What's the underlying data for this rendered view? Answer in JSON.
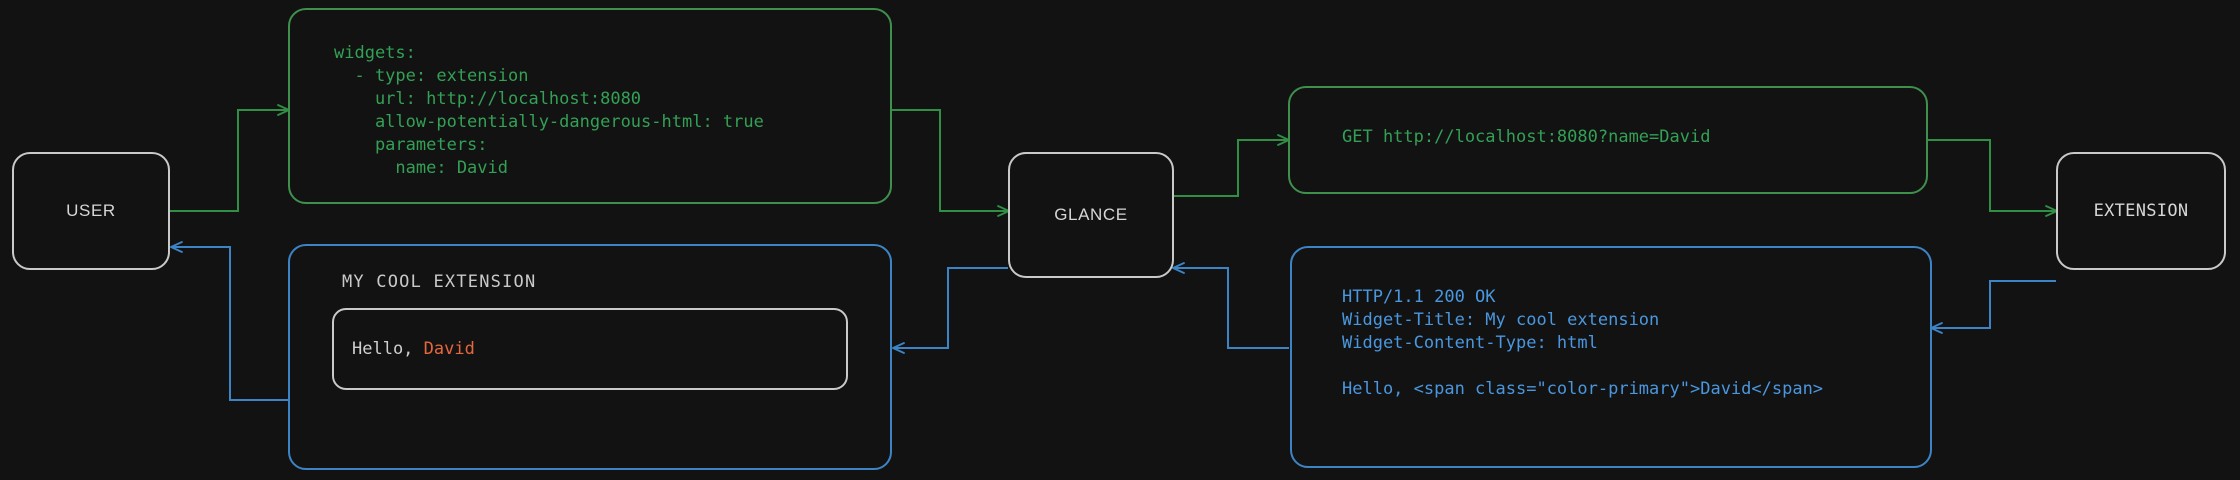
{
  "background_color": "#121212",
  "colors": {
    "node_border": "#c9c9c9",
    "node_text": "#d6d6d6",
    "request_green": "#33a055",
    "request_green_border": "#3f8f4d",
    "response_blue": "#4a97df",
    "response_blue_border": "#3d84c6",
    "accent_orange": "#e8663d"
  },
  "nodes": {
    "user": {
      "label": "USER"
    },
    "glance": {
      "label": "GLANCE"
    },
    "extension": {
      "label": "EXTENSION"
    }
  },
  "panels": {
    "config_yaml": {
      "flow": "request",
      "color": "#33a055",
      "text": "widgets:\n  - type: extension\n    url: http://localhost:8080\n    allow-potentially-dangerous-html: true\n    parameters:\n      name: David"
    },
    "http_request": {
      "flow": "request",
      "color": "#33a055",
      "text": "GET http://localhost:8080?name=David"
    },
    "http_response": {
      "flow": "response",
      "color": "#4a97df",
      "text": "HTTP/1.1 200 OK\nWidget-Title: My cool extension\nWidget-Content-Type: html\n\nHello, <span class=\"color-primary\">David</span>"
    },
    "rendered_widget": {
      "flow": "response",
      "color": "#4a97df",
      "title": "MY COOL EXTENSION",
      "body_prefix": "Hello, ",
      "body_accent": "David"
    }
  },
  "connectors": [
    {
      "name": "user-to-config",
      "flow": "request",
      "from": "user",
      "to": "config_yaml"
    },
    {
      "name": "config-to-glance",
      "flow": "request",
      "from": "config_yaml",
      "to": "glance"
    },
    {
      "name": "glance-to-request",
      "flow": "request",
      "from": "glance",
      "to": "http_request"
    },
    {
      "name": "request-to-extension",
      "flow": "request",
      "from": "http_request",
      "to": "extension"
    },
    {
      "name": "extension-to-response",
      "flow": "response",
      "from": "extension",
      "to": "http_response"
    },
    {
      "name": "response-to-glance",
      "flow": "response",
      "from": "http_response",
      "to": "glance"
    },
    {
      "name": "glance-to-widget",
      "flow": "response",
      "from": "glance",
      "to": "rendered_widget"
    },
    {
      "name": "widget-to-user",
      "flow": "response",
      "from": "rendered_widget",
      "to": "user"
    }
  ]
}
